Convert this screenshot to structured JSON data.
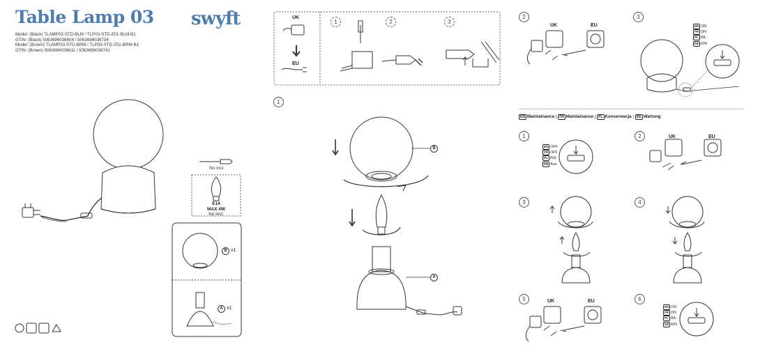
{
  "header": {
    "title": "Table Lamp 03",
    "brand": "swyft",
    "model_lines": [
      "Model:  (Black) TLAMP03-STD-BLM / TLP03-STD-Z01-BLM-B1",
      "GTIN:  (Black)  5063696036604 / 5063696036734",
      "Model:  (Brown) TLAMP03-STD-BRM / TLP03-STD-Z01-BRM-B1",
      "GTIN:  (Brown)  5063696036611 / 5063696036741"
    ]
  },
  "tools": {
    "screwdriver_note": "No incl.",
    "bulb_type": "E14",
    "bulb_max": "MAX 4W",
    "bulb_note": "No incl."
  },
  "parts": {
    "b_letter": "B",
    "b_qty": "x1",
    "a_letter": "A",
    "a_qty": "x1"
  },
  "plug_panel": {
    "uk_label": "UK",
    "eu_label": "EU",
    "steps": [
      "1",
      "2",
      "3"
    ]
  },
  "assembly": {
    "step": "1",
    "part_b": "B",
    "part_a": "A"
  },
  "right_top": {
    "step2": "2",
    "uk": "UK",
    "eu": "EU",
    "step3": "3",
    "switch_codes": [
      "EN",
      "FR",
      "PL",
      "DE"
    ],
    "switch_words": [
      "ON",
      "ON",
      "WŁ.",
      "EIN"
    ]
  },
  "maintenance": {
    "items": [
      {
        "code": "EN",
        "text": "Maintainance"
      },
      {
        "code": "FR",
        "text": "Maintainance"
      },
      {
        "code": "PL",
        "text": "Konserwacja"
      },
      {
        "code": "DE",
        "text": "Wartung"
      }
    ],
    "steps": [
      "1",
      "2",
      "3",
      "4",
      "5",
      "6"
    ],
    "off_codes": [
      "EN",
      "FR",
      "PL",
      "DE"
    ],
    "off_words": [
      "OFF",
      "OFF",
      "Wył",
      "Aus"
    ],
    "on_codes": [
      "EN",
      "FR",
      "PL",
      "DE"
    ],
    "on_words": [
      "ON",
      "ON",
      "WŁ.",
      "EIN"
    ],
    "uk": "UK",
    "eu": "EU"
  }
}
